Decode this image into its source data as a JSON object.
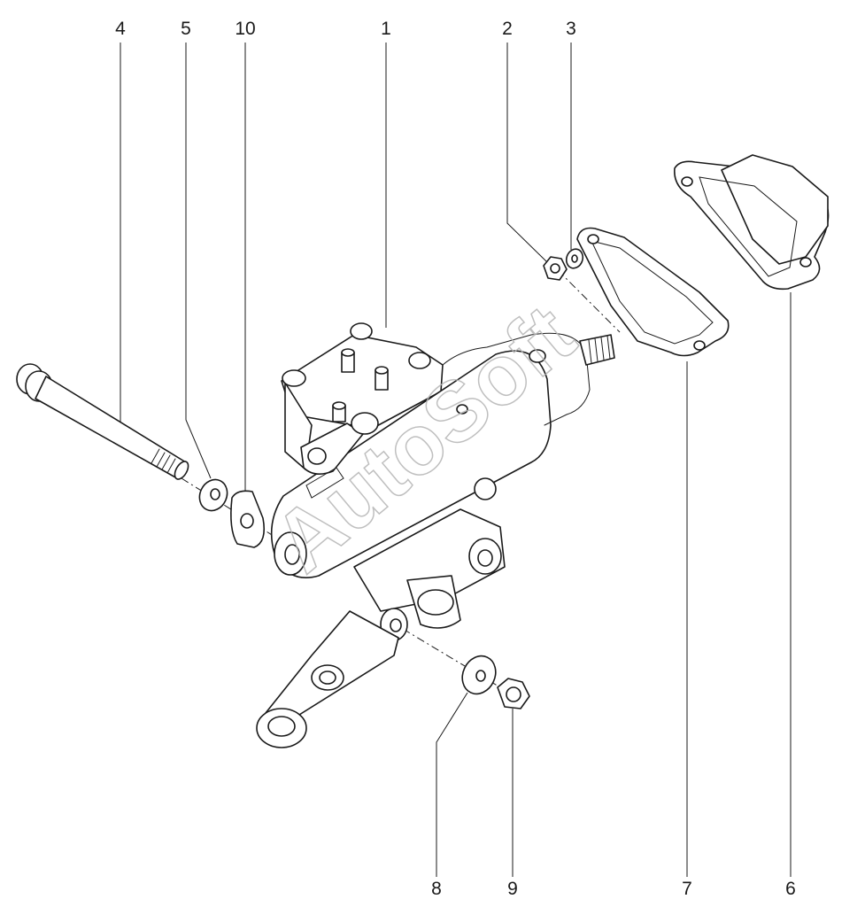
{
  "diagram": {
    "watermark": "AutoSoft",
    "part_numbers": [
      "1",
      "2",
      "3",
      "4",
      "5",
      "6",
      "7",
      "8",
      "9",
      "10"
    ]
  },
  "colors": {
    "line": "#1a1a1a",
    "background": "#ffffff",
    "watermark": "#b5b5b5"
  }
}
